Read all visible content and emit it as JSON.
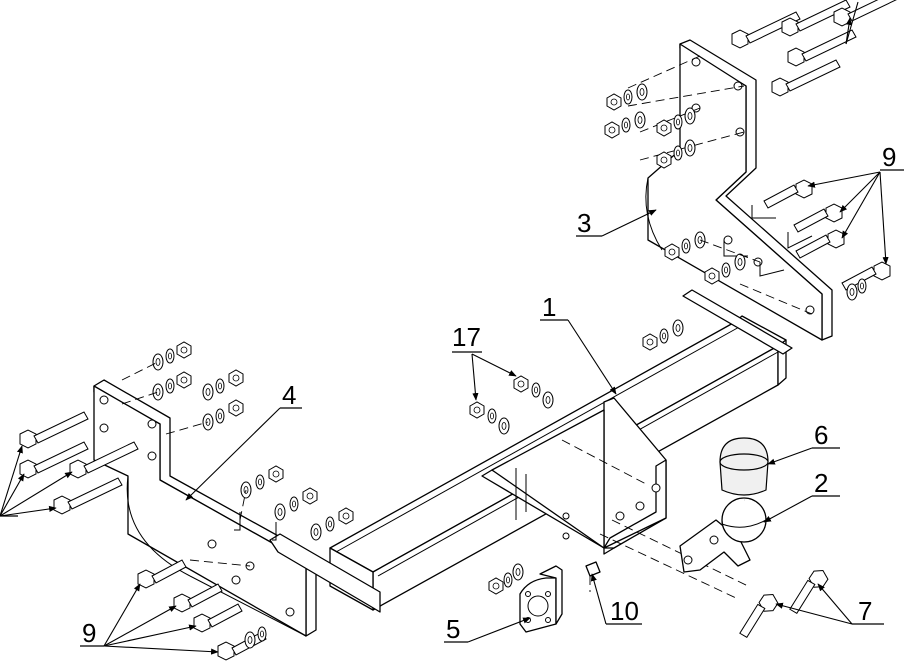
{
  "labels": {
    "p1": "1",
    "p2": "2",
    "p3": "3",
    "p4": "4",
    "p5": "5",
    "p6": "6",
    "p7": "7",
    "p9a": "9",
    "p9b": "9",
    "p9c": "9",
    "p10": "10",
    "p17": "17"
  }
}
